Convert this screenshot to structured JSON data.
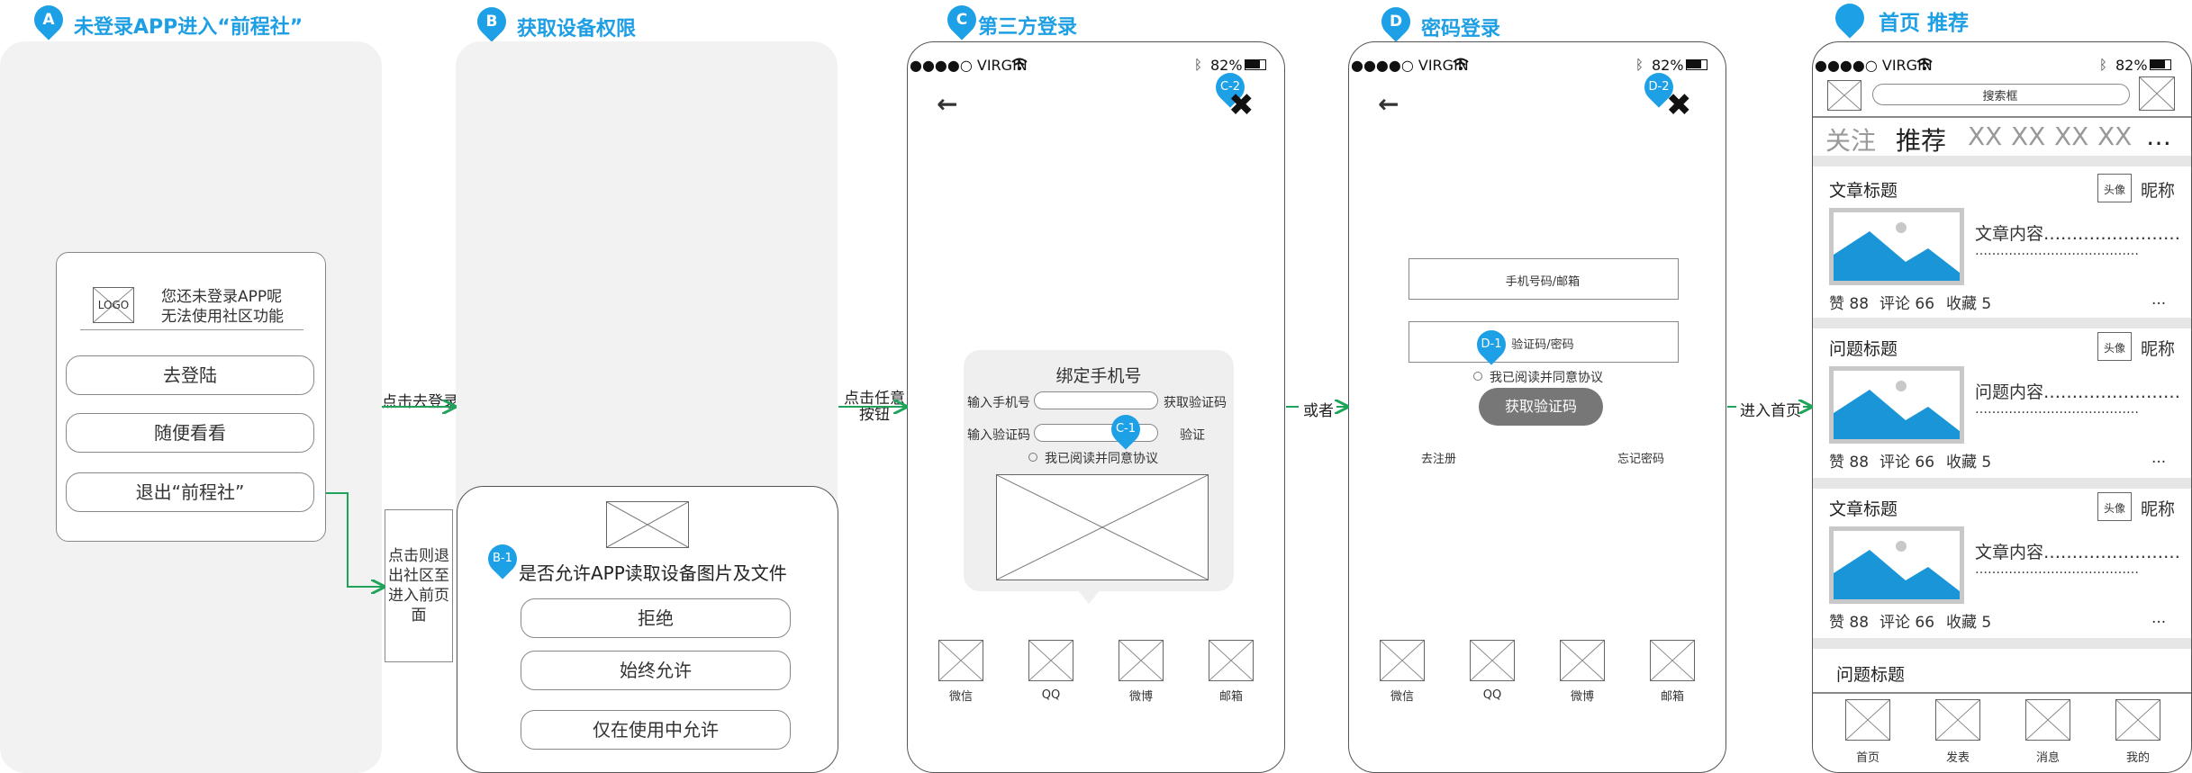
{
  "sections": {
    "a": {
      "marker": "A",
      "title": "未登录APP进入“前程社”"
    },
    "b": {
      "marker": "B",
      "title": "获取设备权限"
    },
    "c": {
      "marker": "C",
      "title": "第三方登录"
    },
    "d": {
      "marker": "D",
      "title": "密码登录"
    },
    "e": {
      "title": "首页 推荐"
    }
  },
  "panel_a": {
    "logo": "LOGO",
    "notice_line1": "您还未登录APP呢",
    "notice_line2": "无法使用社区功能",
    "btn_login": "去登陆",
    "btn_browse": "随便看看",
    "btn_exit": "退出“前程社”"
  },
  "flow": {
    "to_login": "点击去登录",
    "exit_note": "点击则退出社区至进入前页面",
    "any_button": "点击任意按钮",
    "or": "或者",
    "enter_home": "进入首页"
  },
  "panel_b": {
    "marker": "B-1",
    "question": "是否允许APP读取设备图片及文件",
    "deny": "拒绝",
    "always": "始终允许",
    "while_using": "仅在使用中允许"
  },
  "status_bar": {
    "carrier": "●●●●○ VIRGIN",
    "battery": "82%"
  },
  "panel_c": {
    "close_marker": "C-2",
    "popup_title": "绑定手机号",
    "phone_label": "输入手机号",
    "get_code": "获取验证码",
    "code_marker": "C-1",
    "code_label": "输入验证码",
    "verify": "验证",
    "agree": "我已阅读并同意协议",
    "social": [
      "微信",
      "QQ",
      "微博",
      "邮箱"
    ]
  },
  "panel_d": {
    "close_marker": "D-2",
    "account_placeholder": "手机号码/邮箱",
    "password_marker": "D-1",
    "password_placeholder": "验证码/密码",
    "agree": "我已阅读并同意协议",
    "get_code_button": "获取验证码",
    "register": "去注册",
    "forgot": "忘记密码",
    "social": [
      "微信",
      "QQ",
      "微博",
      "邮箱"
    ]
  },
  "panel_e": {
    "search_placeholder": "搜索框",
    "tabs": [
      "关注",
      "推荐",
      "XX",
      "XX",
      "XX",
      "XX",
      "…"
    ],
    "cards": [
      {
        "title": "文章标题",
        "avatar": "头像",
        "nickname": "昵称",
        "content_line1": "文章内容……………………",
        "content_line2": "…………………………………",
        "likes": "赞 88",
        "comments": "评论 66",
        "favorites": "收藏 5",
        "more": "..."
      },
      {
        "title": "问题标题",
        "avatar": "头像",
        "nickname": "昵称",
        "content_line1": "问题内容……………………",
        "content_line2": "…………………………………",
        "likes": "赞 88",
        "comments": "评论 66",
        "favorites": "收藏 5",
        "more": "..."
      },
      {
        "title": "文章标题",
        "avatar": "头像",
        "nickname": "昵称",
        "content_line1": "文章内容……………………",
        "content_line2": "…………………………………",
        "likes": "赞 88",
        "comments": "评论 66",
        "favorites": "收藏 5",
        "more": "..."
      }
    ],
    "last_card_title": "问题标题",
    "bottom_nav": [
      "首页",
      "发表",
      "消息",
      "我的"
    ]
  },
  "colors": {
    "accent": "#1e9fe4",
    "flow_green": "#1fa35a",
    "panel_gray": "#f2f2f2",
    "button_gray": "#777777"
  },
  "icons": [
    "map-pin-icon",
    "back-arrow-icon",
    "close-icon",
    "wifi-icon",
    "bluetooth-icon",
    "battery-icon",
    "image-placeholder-icon",
    "landscape-image-icon"
  ]
}
